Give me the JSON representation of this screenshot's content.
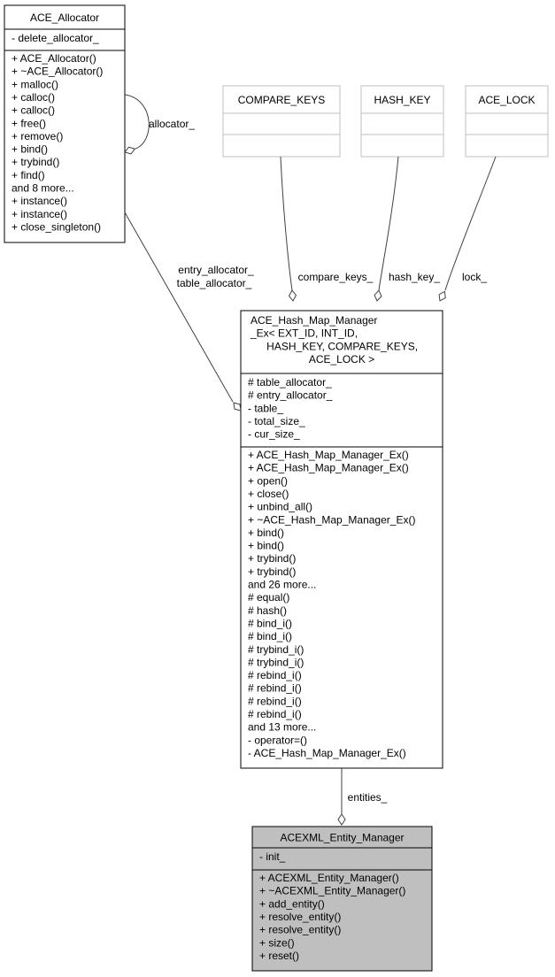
{
  "classes": {
    "allocator": {
      "title": [
        "ACE_Allocator"
      ],
      "attributes": [
        "- delete_allocator_"
      ],
      "methods": [
        "+ ACE_Allocator()",
        "+ ~ACE_Allocator()",
        "+ malloc()",
        "+ calloc()",
        "+ calloc()",
        "+ free()",
        "+ remove()",
        "+ bind()",
        "+ trybind()",
        "+ find()",
        "and 8 more...",
        "+ instance()",
        "+ instance()",
        "+ close_singleton()"
      ]
    },
    "compare_keys": {
      "title": [
        "COMPARE_KEYS"
      ],
      "attributes": [],
      "methods": []
    },
    "hash_key": {
      "title": [
        "HASH_KEY"
      ],
      "attributes": [],
      "methods": []
    },
    "ace_lock": {
      "title": [
        "ACE_LOCK"
      ],
      "attributes": [],
      "methods": []
    },
    "hash_map": {
      "title": [
        "ACE_Hash_Map_Manager",
        "_Ex< EXT_ID, INT_ID,",
        " HASH_KEY, COMPARE_KEYS,",
        "ACE_LOCK >"
      ],
      "attributes": [
        "# table_allocator_",
        "# entry_allocator_",
        "- table_",
        "- total_size_",
        "- cur_size_"
      ],
      "methods": [
        "+ ACE_Hash_Map_Manager_Ex()",
        "+ ACE_Hash_Map_Manager_Ex()",
        "+ open()",
        "+ close()",
        "+ unbind_all()",
        "+ ~ACE_Hash_Map_Manager_Ex()",
        "+ bind()",
        "+ bind()",
        "+ trybind()",
        "+ trybind()",
        "and 26 more...",
        "# equal()",
        "# hash()",
        "# bind_i()",
        "# bind_i()",
        "# trybind_i()",
        "# trybind_i()",
        "# rebind_i()",
        "# rebind_i()",
        "# rebind_i()",
        "# rebind_i()",
        "and 13 more...",
        "- operator=()",
        "- ACE_Hash_Map_Manager_Ex()"
      ]
    },
    "entity_manager": {
      "title": [
        "ACEXML_Entity_Manager"
      ],
      "attributes": [
        "- init_"
      ],
      "methods": [
        "+ ACEXML_Entity_Manager()",
        "+ ~ACEXML_Entity_Manager()",
        "+ add_entity()",
        "+ resolve_entity()",
        "+ resolve_entity()",
        "+ size()",
        "+ reset()"
      ]
    }
  },
  "edges": {
    "self_allocator": {
      "labels": [
        "allocator_"
      ]
    },
    "allocators": {
      "labels": [
        "entry_allocator_",
        "table_allocator_"
      ]
    },
    "compare_keys": {
      "labels": [
        "compare_keys_"
      ]
    },
    "hash_key": {
      "labels": [
        "hash_key_"
      ]
    },
    "lock": {
      "labels": [
        "lock_"
      ]
    },
    "entities": {
      "labels": [
        "entities_"
      ]
    }
  },
  "colors": {
    "highlight_fill": "#bfbfbf",
    "template_border": "#bfbfbf",
    "edge": "#404040"
  }
}
